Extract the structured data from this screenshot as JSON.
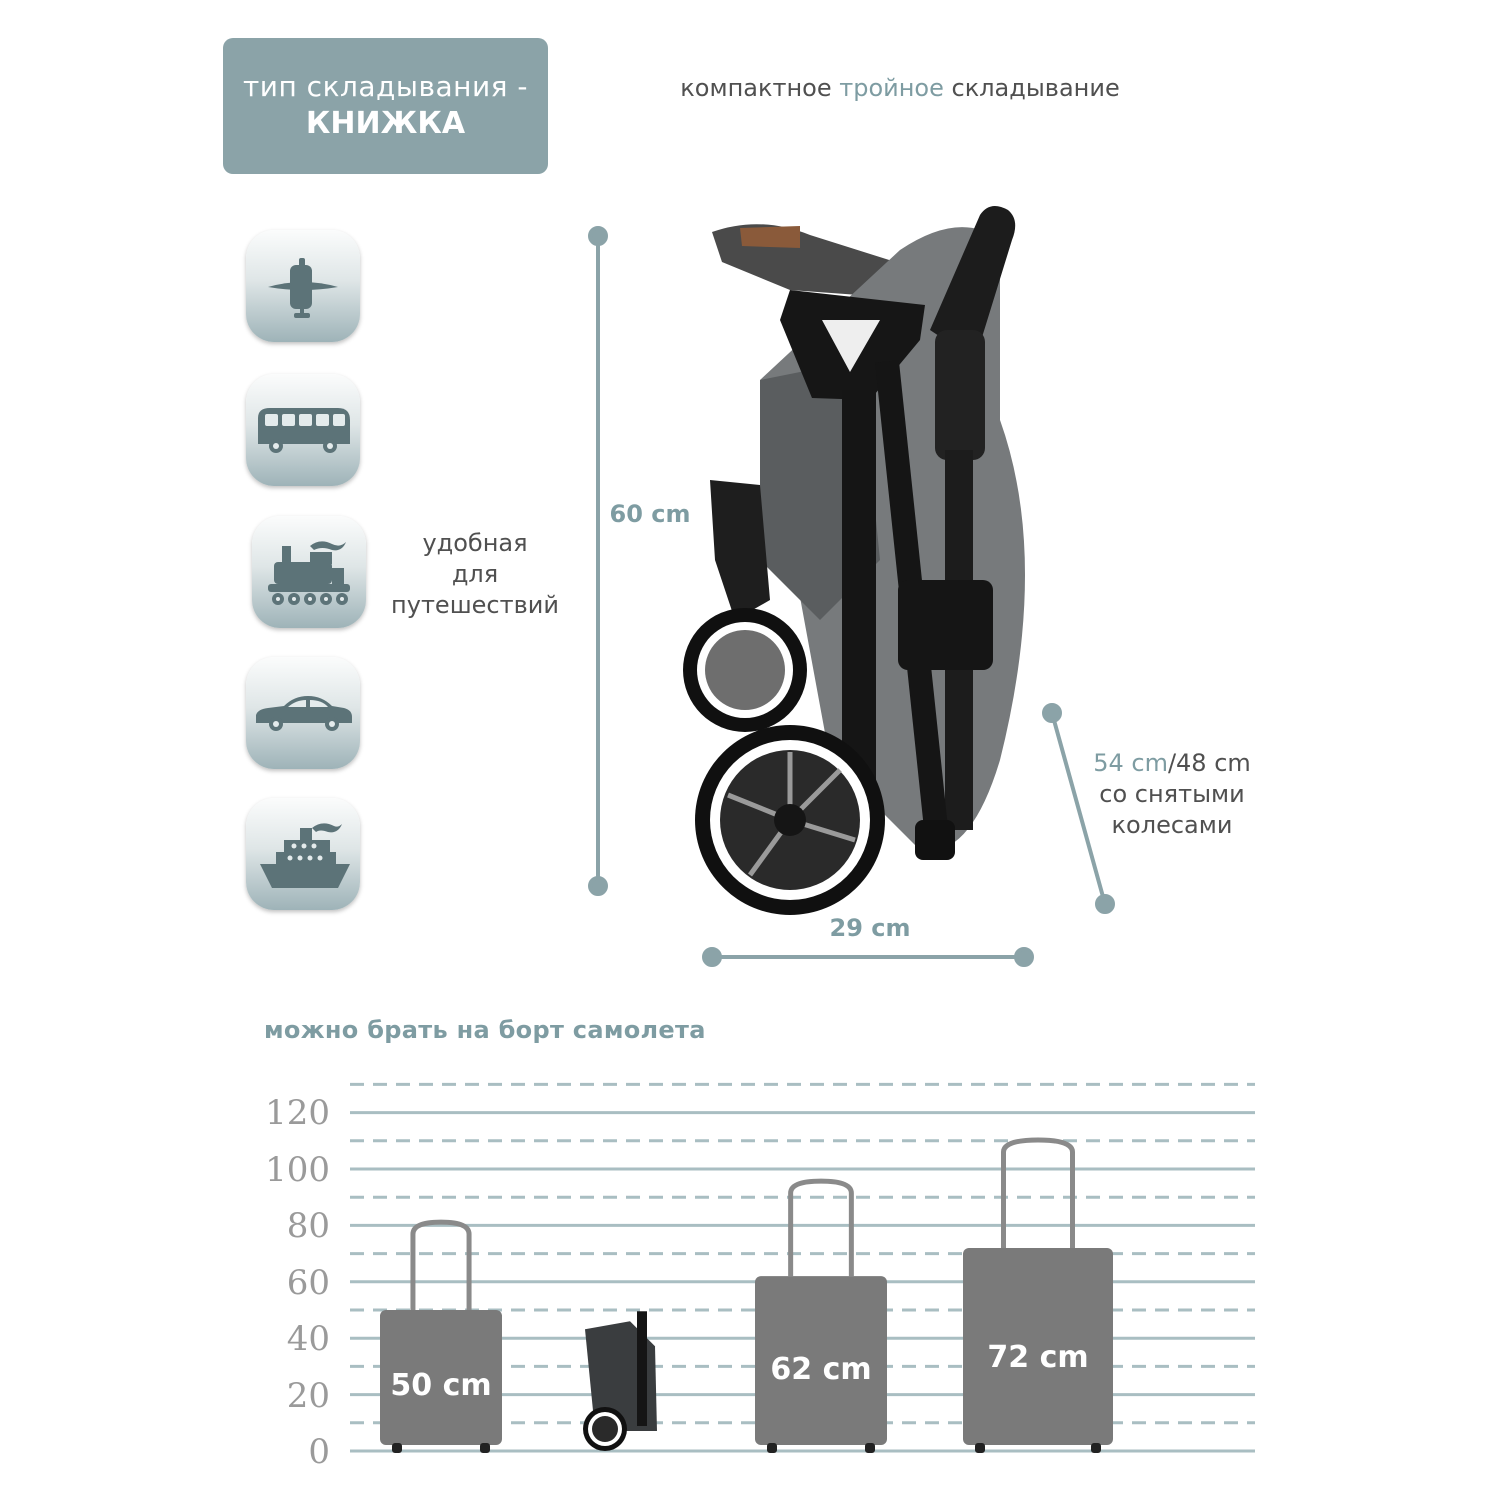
{
  "fold_type": {
    "line1": "тип складывания -",
    "line2": "КНИЖКА"
  },
  "tagline": {
    "before": "компактное",
    "accent": "тройное",
    "after": "складывание"
  },
  "travel_icons": [
    "airplane-icon",
    "bus-icon",
    "train-icon",
    "car-icon",
    "ship-icon"
  ],
  "travel_text": [
    "удобная",
    "для",
    "путешествий"
  ],
  "dimensions": {
    "height": "60 cm",
    "width": "29 cm",
    "depth_main": "54 cm",
    "depth_alt": "/48 cm",
    "depth_note_line1": "со снятыми",
    "depth_note_line2": "колесами"
  },
  "board": {
    "title": "можно брать на борт самолета"
  },
  "colors": {
    "accent": "#8ba3a8",
    "text_accent": "#7e9ca2",
    "case": "#7a7a7a"
  },
  "chart_data": {
    "type": "bar",
    "categories": [
      "50 cm",
      "stroller",
      "62 cm",
      "72 cm"
    ],
    "values": [
      50,
      46,
      62,
      72
    ],
    "labels": [
      "50 cm",
      "",
      "62 cm",
      "72 cm"
    ],
    "yticks": [
      "120",
      "100",
      "80",
      "60",
      "40",
      "20",
      "0"
    ],
    "ylim": [
      0,
      130
    ],
    "grid": true
  }
}
